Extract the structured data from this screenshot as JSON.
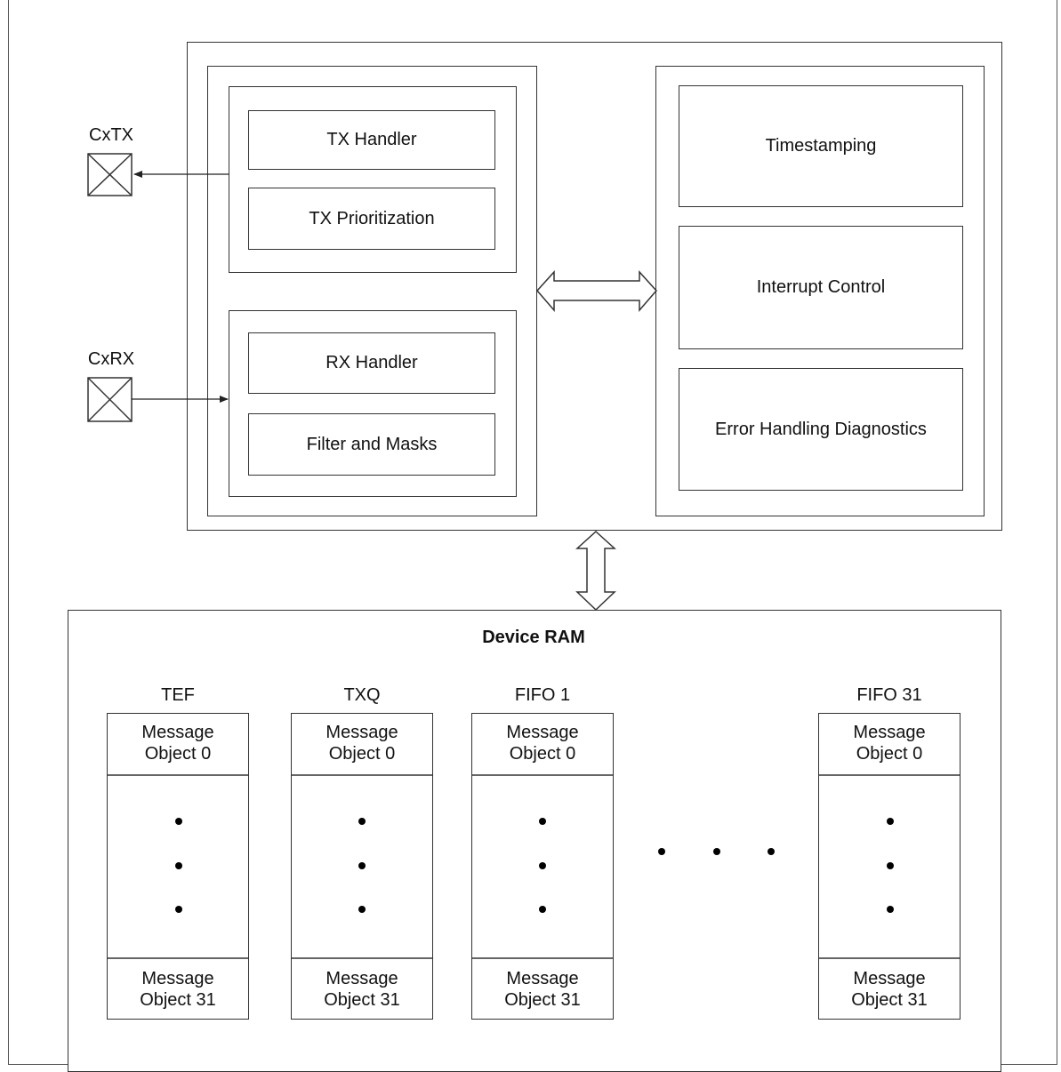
{
  "pins": {
    "tx": "CxTX",
    "rx": "CxRX"
  },
  "tx_group": {
    "handler": "TX Handler",
    "prioritization": "TX Prioritization"
  },
  "rx_group": {
    "handler": "RX Handler",
    "filter": "Filter and Masks"
  },
  "right_group": {
    "timestamping": "Timestamping",
    "interrupt": "Interrupt Control",
    "error": "Error Handling Diagnostics"
  },
  "ram": {
    "title": "Device RAM",
    "columns": [
      {
        "name": "TEF",
        "top": "Message\nObject 0",
        "bottom": "Message\nObject 31"
      },
      {
        "name": "TXQ",
        "top": "Message\nObject 0",
        "bottom": "Message\nObject 31"
      },
      {
        "name": "FIFO 1",
        "top": "Message\nObject 0",
        "bottom": "Message\nObject 31"
      },
      {
        "name": "FIFO 31",
        "top": "Message\nObject 0",
        "bottom": "Message\nObject 31"
      }
    ]
  },
  "colors": {
    "line": "#333333",
    "text": "#111111",
    "background": "#ffffff"
  }
}
